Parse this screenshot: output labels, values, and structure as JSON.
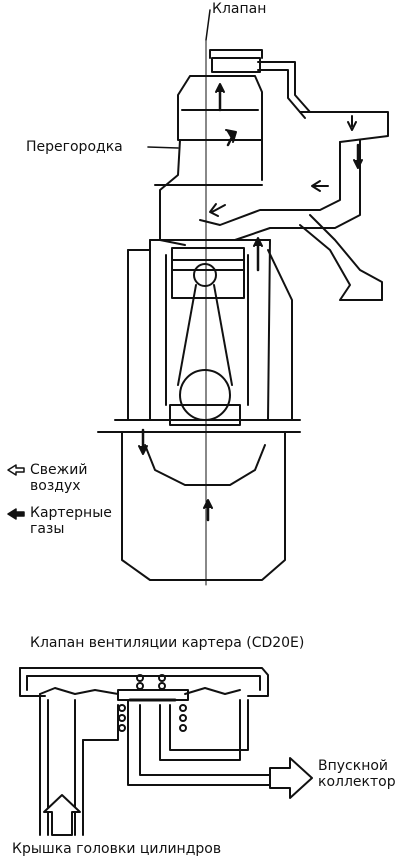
{
  "engine_figure": {
    "labels": {
      "valve": "Клапан",
      "partition": "Перегородка"
    },
    "legend": {
      "fresh_air": "Свежий\nвоздух",
      "crankcase_gases": "Картерные\nгазы"
    }
  },
  "valve_figure": {
    "title": "Клапан вентиляции картера (CD20E)",
    "labels": {
      "intake_manifold": "Впускной\nколлектор",
      "cylinder_head_cover": "Крышка головки цилиндров"
    }
  },
  "colors": {
    "ink": "#111111",
    "paper": "#ffffff"
  }
}
